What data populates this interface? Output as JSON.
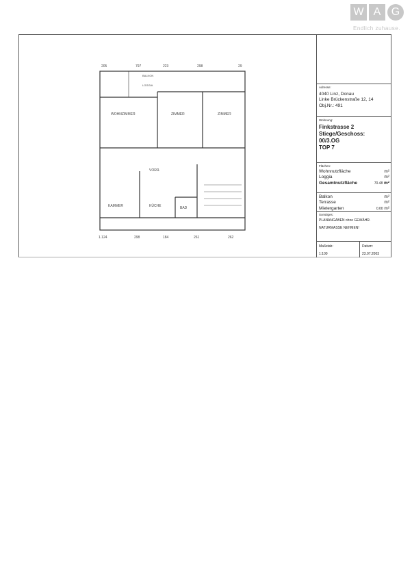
{
  "logo": {
    "letters": [
      "W",
      "A",
      "G"
    ],
    "slogan": "Endlich zuhause."
  },
  "address": {
    "label": "Adresse:",
    "city": "4040 Linz, Donau",
    "street": "Linke Brückenstraße 12, 14",
    "obj": "Obj.Nr.: 491"
  },
  "apartment": {
    "label": "Wohnung:",
    "lines": [
      "Finkstrasse 2",
      "Stiege/Geschoss:",
      "00/3.OG",
      "TOP 7"
    ]
  },
  "areas": {
    "label": "Flächen:",
    "unit": "m²",
    "rows": [
      {
        "name": "Wohnnutzfläche",
        "value": ""
      },
      {
        "name": "Loggia",
        "value": ""
      },
      {
        "name": "Gesamtnutzfläche",
        "value": "70.48"
      },
      {
        "name": "Balkon",
        "value": ""
      },
      {
        "name": "Terrasse",
        "value": ""
      },
      {
        "name": "Mietergarten",
        "value": "0.00"
      }
    ]
  },
  "notes": {
    "label": "Sonstiges:",
    "lines": [
      "PLANANGABEN ohne GEWÄHR.",
      "NATURMASSE NEHMEN!"
    ]
  },
  "scale": {
    "label": "Maßstab:",
    "value": "1:100"
  },
  "date": {
    "label": "Datum:",
    "value": "23.07.2003"
  },
  "plan": {
    "rooms": [
      "WOHNZIMMER",
      "ZIMMER",
      "ZIMMER",
      "VORR.",
      "KAMMER",
      "KÜCHE",
      "BAD",
      "BALKON",
      "LOGGIA"
    ],
    "dims_top": [
      "205",
      "797",
      "223",
      "298",
      "29"
    ],
    "dims_bottom": [
      "1.124",
      "298",
      "184",
      "261",
      "262"
    ]
  }
}
